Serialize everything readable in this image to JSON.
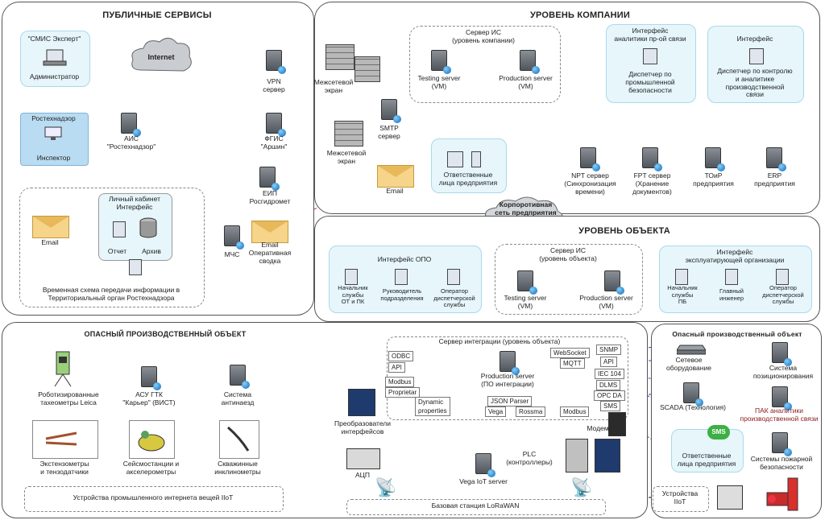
{
  "panels": {
    "public": "ПУБЛИЧНЫЕ СЕРВИСЫ",
    "company": "УРОВЕНЬ КОМПАНИИ",
    "object": "УРОВЕНЬ ОБЪЕКТА",
    "hazard": "ОПАСНЫЙ ПРОИЗВОДСТВЕННЫЙ ОБЪЕКТ",
    "hazard_right": "Опасный производственный объект"
  },
  "public": {
    "smis": "\"СМИС Эксперт\"",
    "admin": "Администратор",
    "internet": "Internet",
    "rostech": "Ростехнадзор",
    "inspector": "Инспектор",
    "vpn": "VPN\nсервер",
    "ais": "АИС\n\"Ростехнадзор\"",
    "fgis": "ФГИС\n\"Аршин\"",
    "eip": "ЕИП\nРосгидромет",
    "cabinet": "Личный кабинет\nИнтерфейс",
    "report": "Отчет",
    "archive": "Архив",
    "email": "Email",
    "mchs": "МЧС",
    "email_summary": "Email\nОперативная\nсводка",
    "temp_scheme": "Временная схема передачи информации в\nТерриториальный орган Ростехнадзора"
  },
  "company": {
    "firewall1": "Межсетевой\nэкран",
    "firewall2": "Межсетевой\nэкран",
    "smtp": "SMTP\nсервер",
    "email": "Email",
    "responsible": "Ответственные\nлица предприятия",
    "is_server": "Сервер ИС\n(уровень компании)",
    "testing": "Testing server\n(VM)",
    "production": "Production server\n(VM)",
    "iface_analytics": "Интерфейс\nаналитики пр-ой связи",
    "dispatcher_ib": "Диспетчер по\nпромышленной\nбезопасности",
    "iface2": "Интерфейс",
    "dispatcher_ctrl": "Диспетчер по контролю\nи аналитике\nпроизводственной\nсвязи",
    "ntp": "NPT сервер\n(Синхронизация\nвремени)",
    "ftp": "FPT сервер\n(Хранение\nдокументов)",
    "toir": "ТОиР\nпредприятия",
    "erp": "ERP\nпредприятия",
    "lan": "Корпоротивная\nсеть предприятия\n(LAN)"
  },
  "object": {
    "iface_opo": "Интерфейс ОПО",
    "chief_ot": "Начальник\nслужбы\nОТ и ПК",
    "head_div": "Руководитель\nподразделения",
    "operator1": "Оператор\nдиспетчерской\nслужбы",
    "is_server": "Сервер ИС\n(уровень объекта)",
    "testing": "Testing server\n(VM)",
    "production": "Production server\n(VM)",
    "iface_org": "Интерфейс\nэксплуатирующей организации",
    "chief_pb": "Начальник\nслужбы\nПБ",
    "main_eng": "Главный\nинженер",
    "operator2": "Оператор\nдиспетчерской\nслужбы"
  },
  "hazard": {
    "integration": "Сервер интеграции (уровень объекта)",
    "production_int": "Production server\n(ПО интеграции)",
    "tags_left": [
      "ODBC",
      "API",
      "Modbus",
      "Proprietar"
    ],
    "dynamic": "Dynamic\nproperties",
    "json": "JSON Parser",
    "vega": "Vega",
    "rossma": "Rossma",
    "modbus2": "Modbus",
    "websocket": "WebSocket",
    "mqtt": "MQTT",
    "tags_right": [
      "SNMP",
      "API",
      "IEC 104",
      "DLMS",
      "OPC DA",
      "SMS"
    ],
    "tacheometers": "Роботизированные\nтахеометры Leica",
    "asu": "АСУ ГТК\n\"Карьер\" (ВИСТ)",
    "antinaezd": "Система\nантинаезд",
    "extensometers": "Экстензометры\nи тензодатчики",
    "seismic": "Сейсмостанции и\nакселерометры",
    "inclinometers": "Скважинные\nинклинометры",
    "converters": "Преобразователи\nинтерфейсов",
    "adc": "АЦП",
    "vega_iot": "Vega IoT server",
    "plc": "PLC\n(контроллеры)",
    "modem": "Модем",
    "iiot": "Устройства промышленного интернета вещей IIoT",
    "lorawan": "Базовая станция LoRaWAN",
    "network_eq": "Сетевое\nоборудование",
    "positioning": "Система\nпозиционирования",
    "scada": "SCADA (Технология)",
    "pak": "ПАК аналитики\nпроизводственной связи",
    "sms": "SMS",
    "responsible2": "Ответственные\nлица предприятия",
    "fire": "Системы пожарной\nбезопасности",
    "iiot2": "Устройства\nIIoT"
  },
  "colors": {
    "blue": "#3a3fd0",
    "magenta": "#c2187a",
    "green": "#2e9a2e",
    "black": "#111111",
    "cyan": "#e6f6fb",
    "pak_red": "#8b1a1a"
  }
}
